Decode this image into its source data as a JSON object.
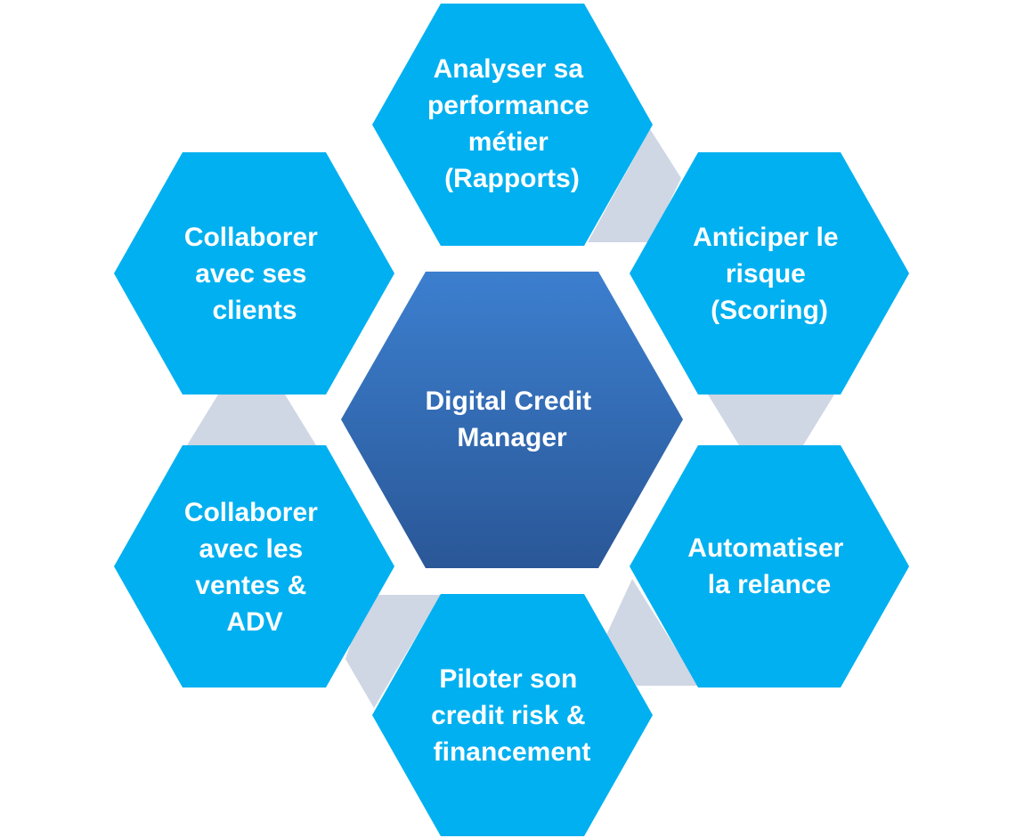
{
  "colors": {
    "outer_hex": "#00b0f0",
    "center_top": "#3c7fcf",
    "center_bottom": "#2a5797",
    "connector": "#cfd6e4",
    "text": "#ffffff"
  },
  "center": {
    "lines": [
      "Digital Credit",
      "Manager"
    ]
  },
  "nodes": [
    {
      "id": "top",
      "lines": [
        "Analyser sa",
        "performance",
        "métier",
        "(Rapports)"
      ]
    },
    {
      "id": "upper-right",
      "lines": [
        "Anticiper le",
        "risque",
        "(Scoring)"
      ]
    },
    {
      "id": "lower-right",
      "lines": [
        "Automatiser",
        "la relance"
      ]
    },
    {
      "id": "bottom",
      "lines": [
        "Piloter son",
        "credit risk &",
        "financement"
      ]
    },
    {
      "id": "lower-left",
      "lines": [
        "Collaborer",
        "avec les",
        "ventes &",
        "ADV"
      ]
    },
    {
      "id": "upper-left",
      "lines": [
        "Collaborer",
        "avec ses",
        "clients"
      ]
    }
  ]
}
